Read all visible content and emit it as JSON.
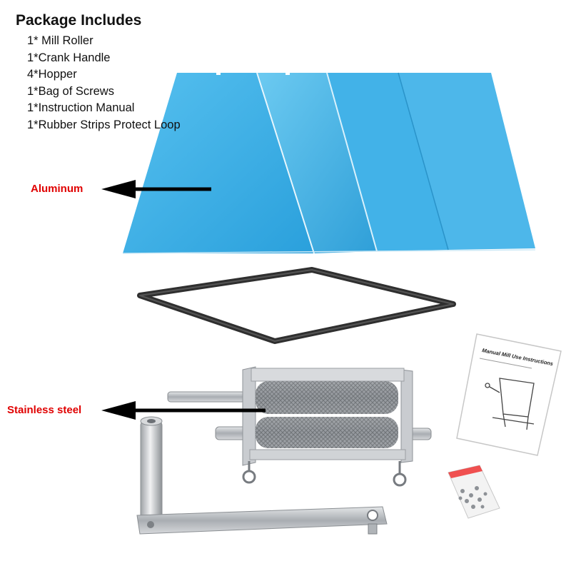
{
  "package": {
    "title": "Package Includes",
    "items": [
      "1* Mill Roller",
      "1*Crank Handle",
      "4*Hopper",
      "1*Bag of Screws",
      "1*Instruction Manual",
      "1*Rubber Strips Protect Loop"
    ]
  },
  "callouts": {
    "aluminum": "Aluminum",
    "steel": "Stainless steel"
  },
  "manual": {
    "title": "Manual Mill Use Instructions"
  },
  "colors": {
    "callout_text": "#e00000",
    "hopper_blue": "#3fb0e6",
    "arrow": "#000000",
    "rubber_loop": "#3a3a3a",
    "steel": "#b9bcc0"
  },
  "icons": {
    "arrow": "arrow-left-icon"
  }
}
